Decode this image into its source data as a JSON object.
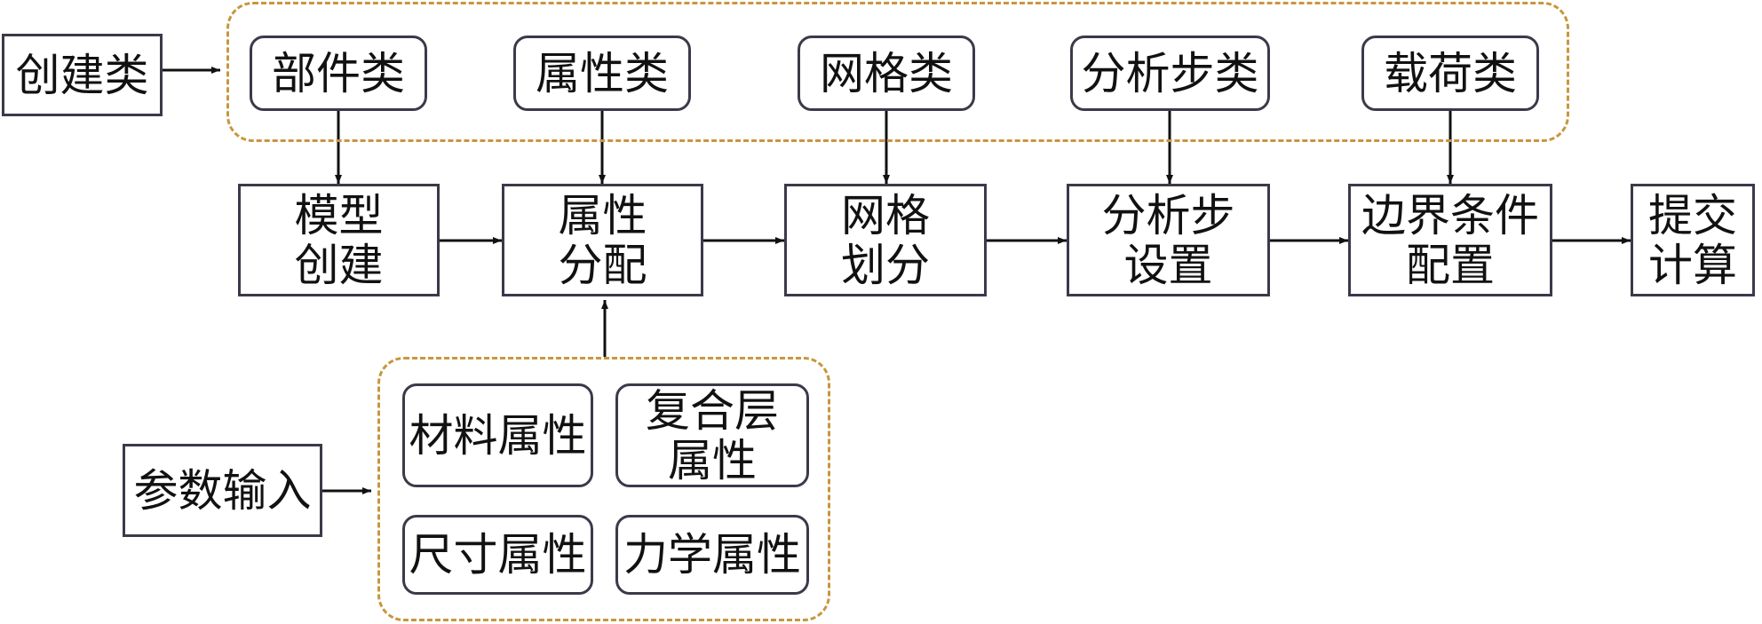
{
  "diagram": {
    "create_classes": "创建类",
    "class_modules": {
      "part": "部件类",
      "property": "属性类",
      "mesh": "网格类",
      "step": "分析步类",
      "load": "载荷类"
    },
    "process": {
      "model": [
        "模型",
        "创建"
      ],
      "assign": [
        "属性",
        "分配"
      ],
      "mesh": [
        "网格",
        "划分"
      ],
      "step": [
        "分析步",
        "设置"
      ],
      "boundary": [
        "边界条件",
        "配置"
      ],
      "submit": [
        "提交",
        "计算"
      ]
    },
    "param_input": "参数输入",
    "properties": {
      "material": "材料属性",
      "composite": [
        "复合层",
        "属性"
      ],
      "dimension": "尺寸属性",
      "mechanical": "力学属性"
    }
  }
}
